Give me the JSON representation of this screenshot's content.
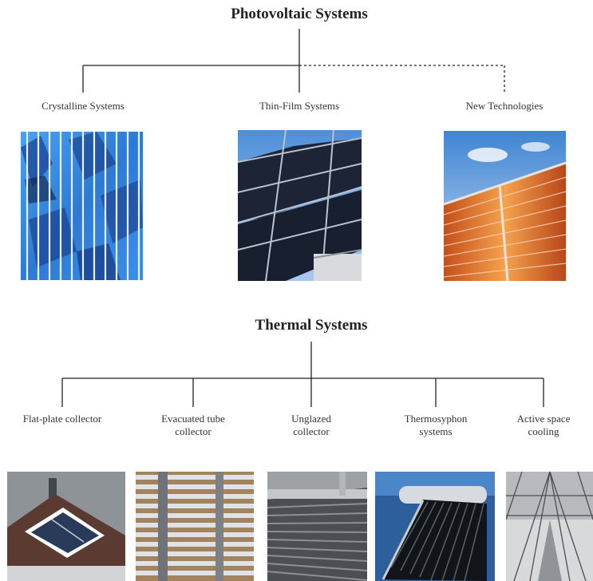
{
  "pv": {
    "title": "Photovoltaic Systems",
    "categories": [
      {
        "label": "Crystalline Systems"
      },
      {
        "label": "Thin-Film Systems"
      },
      {
        "label": "New Technologies"
      }
    ]
  },
  "thermal": {
    "title": "Thermal Systems",
    "categories": [
      {
        "label": "Flat-plate collector"
      },
      {
        "label": "Evacuated tube collector"
      },
      {
        "label": "Unglazed collector"
      },
      {
        "label": "Thermosyphon systems"
      },
      {
        "label": "Active space cooling"
      }
    ]
  },
  "colors": {
    "line": "#222222",
    "crystalline_blue": "#2f7fd6",
    "thinfilm_dark": "#1c2436",
    "new_tech_orange": "#d9652a"
  }
}
